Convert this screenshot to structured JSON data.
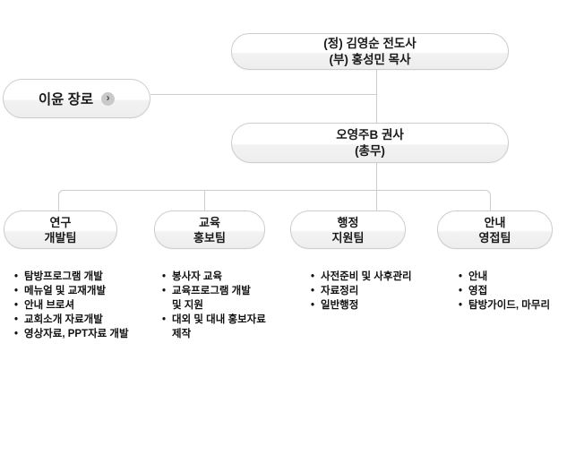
{
  "org_chart": {
    "top_box": {
      "label": "(정) 김영순 전도사\n(부) 홍성민 목사"
    },
    "side_box": {
      "label": "이윤 장로",
      "chevron_glyph": "›"
    },
    "middle_box": {
      "label": "오영주B 권사\n(총무)"
    },
    "teams": [
      {
        "title": "연구\n개발팀",
        "items": [
          "탐방프로그램 개발",
          "메뉴얼 및 교재개발",
          "안내 브로셔",
          "교회소개 자료개발",
          "영상자료, PPT자료 개발"
        ]
      },
      {
        "title": "교육\n홍보팀",
        "items": [
          "봉사자 교육",
          "교육프로그램 개발\n및 지원",
          "대외 및 대내 홍보자료\n제작"
        ]
      },
      {
        "title": "행정\n지원팀",
        "items": [
          "사전준비 및 사후관리",
          "자료정리",
          "일반행정"
        ]
      },
      {
        "title": "안내\n영접팀",
        "items": [
          "안내",
          "영접",
          "탐방가이드, 마무리"
        ]
      }
    ],
    "colors": {
      "line": "#cccccc",
      "box_border": "#cccccc",
      "box_fill_bottom": "#eeeeee",
      "text": "#1a1a1a"
    }
  }
}
